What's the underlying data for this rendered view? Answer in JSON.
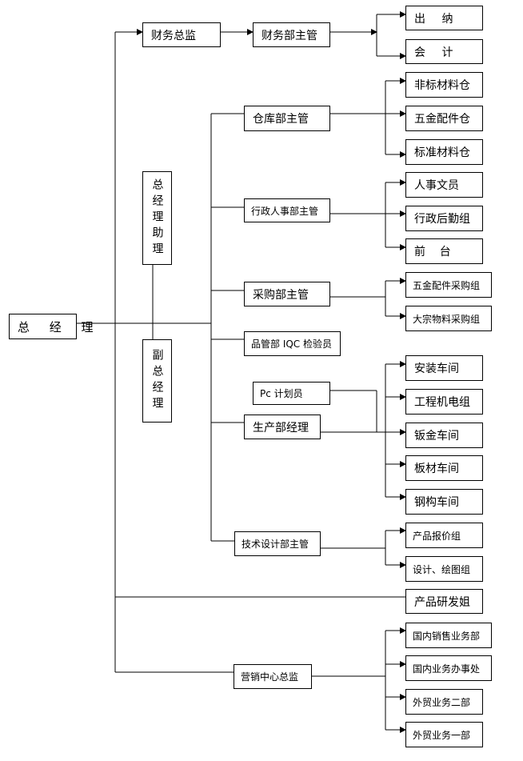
{
  "org": {
    "ceo": "总 经 理",
    "cfo": "财务总监",
    "finance_manager": "财务部主管",
    "cashier": "出 纳",
    "accountant": "会 计",
    "gm_assistant": "总经理助理",
    "deputy_gm": "副总经理",
    "warehouse_manager": "仓库部主管",
    "nonstandard_warehouse": "非标材料仓",
    "hardware_warehouse": "五金配件仓",
    "standard_warehouse": "标准材料仓",
    "admin_hr_manager": "行政人事部主管",
    "hr_clerk": "人事文员",
    "admin_logistics": "行政后勤组",
    "reception": "前    台",
    "purchasing_manager": "采购部主管",
    "hardware_purchasing": "五金配件采购组",
    "bulk_purchasing": "大宗物料采购组",
    "qc_inspector": "品管部 IQC 检验员",
    "pc_planner": "Pc 计划员",
    "production_manager": "生产部经理",
    "assembly_workshop": "安装车间",
    "mech_elec_team": "工程机电组",
    "sheet_metal_workshop": "钣金车间",
    "board_workshop": "板材车间",
    "steel_workshop": "钢构车间",
    "tech_design_manager": "技术设计部主管",
    "quotation_team": "产品报价组",
    "design_drawing_team": "设计、绘图组",
    "rd_team": "产品研发姐",
    "marketing_director": "营销中心总监",
    "domestic_sales": "国内销售业务部",
    "domestic_office": "国内业务办事处",
    "foreign_trade_2": "外贸业务二部",
    "foreign_trade_1": "外贸业务一部"
  }
}
